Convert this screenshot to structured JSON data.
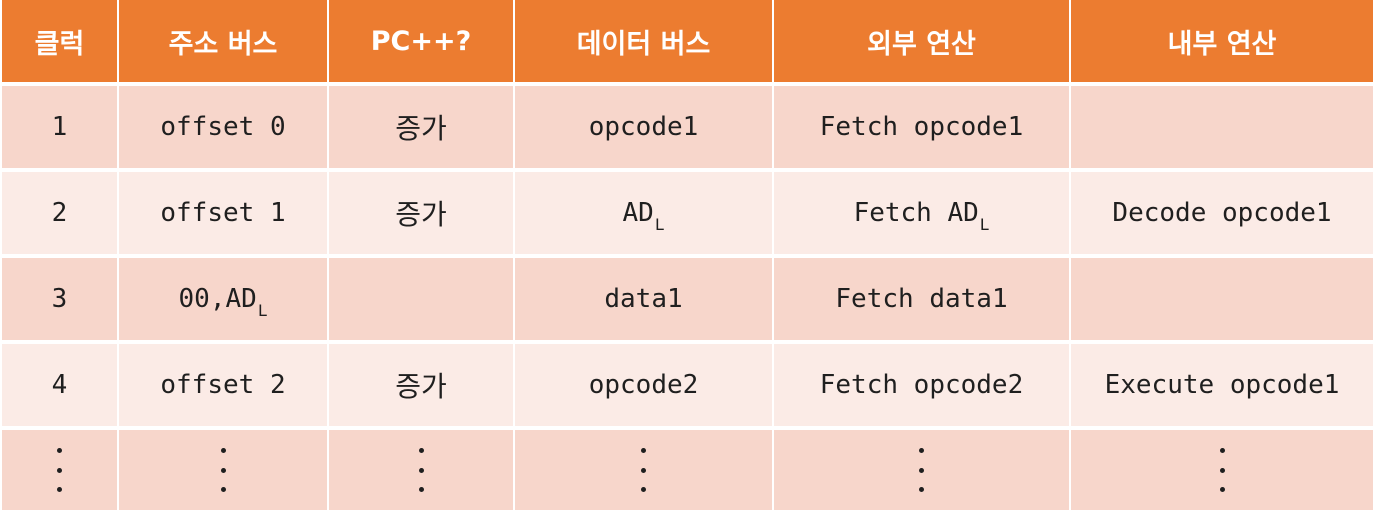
{
  "colors": {
    "header_bg": "#ec7c30",
    "row_dark": "#f7d6cb",
    "row_light": "#fbebe6"
  },
  "table": {
    "headers": [
      "클럭",
      "주소 버스",
      "PC++?",
      "데이터 버스",
      "외부 연산",
      "내부 연산"
    ],
    "rows": [
      {
        "clock": "1",
        "address": "offset 0",
        "pc_inc": "증가",
        "data_bus": "opcode1",
        "external": "Fetch opcode1",
        "internal": ""
      },
      {
        "clock": "2",
        "address": "offset 1",
        "pc_inc": "증가",
        "data_bus": "AD",
        "data_bus_sub": "L",
        "external": "Fetch AD",
        "external_sub": "L",
        "internal": "Decode opcode1"
      },
      {
        "clock": "3",
        "address": "00,AD",
        "address_sub": "L",
        "pc_inc": "",
        "data_bus": "data1",
        "external": "Fetch data1",
        "internal": ""
      },
      {
        "clock": "4",
        "address": "offset 2",
        "pc_inc": "증가",
        "data_bus": "opcode2",
        "external": "Fetch opcode2",
        "internal": "Execute opcode1"
      }
    ],
    "continuation": "vertical-ellipsis"
  }
}
